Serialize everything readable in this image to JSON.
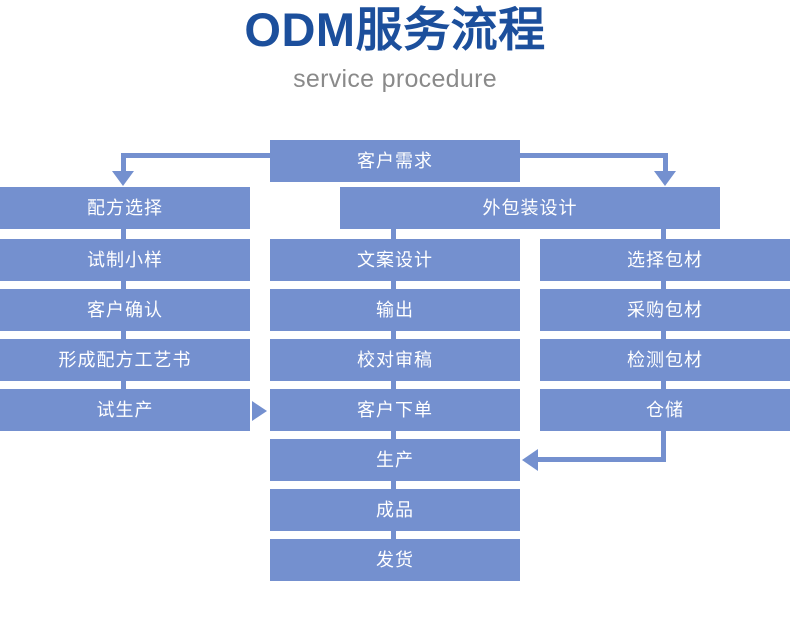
{
  "header": {
    "title": "ODM服务流程",
    "subtitle": "service procedure",
    "title_color": "#1c4f9c",
    "subtitle_color": "#8a8a8a"
  },
  "theme": {
    "box_color": "#7490cf",
    "box_text_color": "#ffffff",
    "connector_color": "#7490cf",
    "background": "#ffffff"
  },
  "chart_data": {
    "type": "diagram",
    "title": "ODM服务流程",
    "subtitle": "service procedure",
    "nodes": [
      {
        "id": "n01",
        "label": "客户需求",
        "column": "center",
        "row": 0
      },
      {
        "id": "n02",
        "label": "配方选择",
        "column": "left",
        "row": 1
      },
      {
        "id": "n03",
        "label": "外包装设计",
        "column": "right-wide",
        "row": 1
      },
      {
        "id": "n04",
        "label": "试制小样",
        "column": "left",
        "row": 2
      },
      {
        "id": "n05",
        "label": "文案设计",
        "column": "center",
        "row": 2
      },
      {
        "id": "n06",
        "label": "选择包材",
        "column": "right",
        "row": 2
      },
      {
        "id": "n07",
        "label": "客户确认",
        "column": "left",
        "row": 3
      },
      {
        "id": "n08",
        "label": "输出",
        "column": "center",
        "row": 3
      },
      {
        "id": "n09",
        "label": "采购包材",
        "column": "right",
        "row": 3
      },
      {
        "id": "n10",
        "label": "形成配方工艺书",
        "column": "left",
        "row": 4
      },
      {
        "id": "n11",
        "label": "校对审稿",
        "column": "center",
        "row": 4
      },
      {
        "id": "n12",
        "label": "检测包材",
        "column": "right",
        "row": 4
      },
      {
        "id": "n13",
        "label": "试生产",
        "column": "left",
        "row": 5
      },
      {
        "id": "n14",
        "label": "客户下单",
        "column": "center",
        "row": 5
      },
      {
        "id": "n15",
        "label": "仓储",
        "column": "right",
        "row": 5
      },
      {
        "id": "n16",
        "label": "生产",
        "column": "center",
        "row": 6
      },
      {
        "id": "n17",
        "label": "成品",
        "column": "center",
        "row": 7
      },
      {
        "id": "n18",
        "label": "发货",
        "column": "center",
        "row": 8
      }
    ],
    "edges": [
      {
        "from": "n01",
        "to": "n02",
        "style": "elbow-left-down-arrow"
      },
      {
        "from": "n01",
        "to": "n03",
        "style": "elbow-right-down-arrow"
      },
      {
        "from": "n02",
        "to": "n04",
        "style": "straight-down"
      },
      {
        "from": "n04",
        "to": "n07",
        "style": "straight-down"
      },
      {
        "from": "n07",
        "to": "n10",
        "style": "straight-down"
      },
      {
        "from": "n10",
        "to": "n13",
        "style": "straight-down"
      },
      {
        "from": "n13",
        "to": "n14",
        "style": "right-arrow"
      },
      {
        "from": "n03",
        "to": "n05",
        "style": "straight-down"
      },
      {
        "from": "n05",
        "to": "n08",
        "style": "straight-down"
      },
      {
        "from": "n08",
        "to": "n11",
        "style": "straight-down"
      },
      {
        "from": "n11",
        "to": "n14",
        "style": "straight-down"
      },
      {
        "from": "n14",
        "to": "n16",
        "style": "straight-down"
      },
      {
        "from": "n16",
        "to": "n17",
        "style": "straight-down"
      },
      {
        "from": "n17",
        "to": "n18",
        "style": "straight-down"
      },
      {
        "from": "n03",
        "to": "n06",
        "style": "straight-down"
      },
      {
        "from": "n06",
        "to": "n09",
        "style": "straight-down"
      },
      {
        "from": "n09",
        "to": "n12",
        "style": "straight-down"
      },
      {
        "from": "n12",
        "to": "n15",
        "style": "straight-down"
      },
      {
        "from": "n15",
        "to": "n16",
        "style": "down-then-left-arrow"
      }
    ]
  },
  "flow": {
    "customer_demand": "客户需求",
    "formula_selection": "配方选择",
    "package_design": "外包装设计",
    "trial_sample": "试制小样",
    "copy_design": "文案设计",
    "select_packaging": "选择包材",
    "customer_confirm": "客户确认",
    "output": "输出",
    "purchase_packaging": "采购包材",
    "formula_doc": "形成配方工艺书",
    "proofread": "校对审稿",
    "inspect_packaging": "检测包材",
    "trial_production": "试生产",
    "customer_order": "客户下单",
    "warehousing": "仓储",
    "production": "生产",
    "finished_goods": "成品",
    "shipment": "发货"
  }
}
